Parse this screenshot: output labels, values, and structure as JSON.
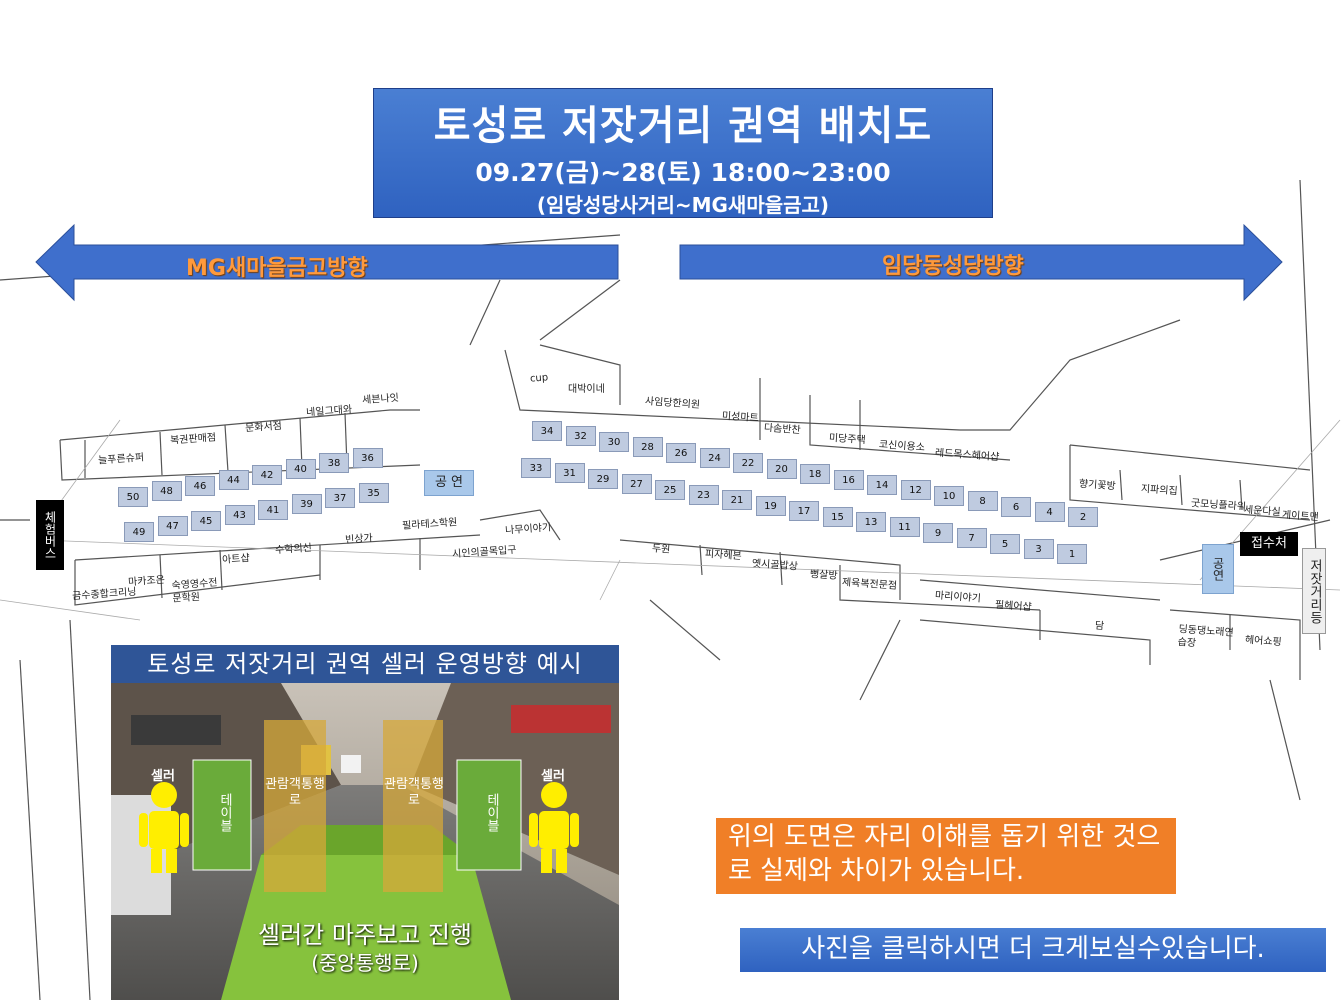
{
  "title": {
    "main": "토성로 저잣거리 권역 배치도",
    "date": "09.27(금)~28(토) 18:00~23:00",
    "range": "(임당성당사거리~MG새마을금고)"
  },
  "arrows": {
    "left_label": "MG새마을금고방향",
    "right_label": "임당동성당방향"
  },
  "booths_top_right": [
    "34",
    "32",
    "30",
    "28",
    "26",
    "24",
    "22",
    "20",
    "18",
    "16",
    "14",
    "12",
    "10",
    "8",
    "6",
    "4",
    "2"
  ],
  "booths_bottom_right": [
    "33",
    "31",
    "29",
    "27",
    "25",
    "23",
    "21",
    "19",
    "17",
    "15",
    "13",
    "11",
    "9",
    "7",
    "5",
    "3",
    "1"
  ],
  "booths_top_left": [
    "50",
    "48",
    "46",
    "44",
    "42",
    "40",
    "38",
    "36"
  ],
  "booths_bottom_left": [
    "49",
    "47",
    "45",
    "43",
    "41",
    "39",
    "37",
    "35"
  ],
  "stage_labels": {
    "center": "공 연",
    "right": "공연"
  },
  "side_labels": {
    "left": "체험버스",
    "reception": "접수처",
    "jeojat": "저잣거리등"
  },
  "shops_top_left": [
    "늘푸른슈퍼",
    "복권판매점",
    "문화서점",
    "네일그대와",
    "세븐나잇"
  ],
  "shops_top_right": [
    "cup",
    "대박이네",
    "사임당한의원",
    "미성마트",
    "다솜반찬",
    "미당주택",
    "코신이용소",
    "레드목스헤어샵",
    "향기꽃방",
    "지파의집",
    "굿모닝플라워",
    "세운다실",
    "게이트맨"
  ],
  "shops_bottom_left": [
    "금수종합크리닝",
    "마카조은",
    "숙영영수전문학원",
    "아트샵",
    "수학의신",
    "빈상가",
    "필라테스학원",
    "시인의골목입구",
    "나무이야기"
  ],
  "shops_bottom_right": [
    "두원",
    "피자헤븐",
    "옛시골밥상",
    "뻥살방",
    "제육복전문점",
    "마리이야기",
    "필헤어샵",
    "담",
    "딩동댕노래연습장",
    "헤어쇼핑"
  ],
  "photo": {
    "title": "토성로 저잣거리 권역 셀러 운영방향 예시",
    "seller": "셀러",
    "table": "테이블",
    "walkway": "관람객통행로",
    "caption1": "셀러간 마주보고 진행",
    "caption2": "(중앙통행로)"
  },
  "notice_orange": "위의 도면은 자리 이해를 돕기 위한 것으로 실제와 차이가 있습니다.",
  "notice_blue": "사진을 클릭하시면 더 크게보실수있습니다.",
  "colors": {
    "title_bg": "#2f62c0",
    "arrow_fill": "#3f6fcc",
    "arrow_text": "#ff9a3c",
    "booth": "#bfcbe0",
    "table_green": "#6aab3a",
    "walkway_yellow": "#d6a83a",
    "seller_yellow": "#ffee00",
    "notice_orange": "#f07f27"
  }
}
